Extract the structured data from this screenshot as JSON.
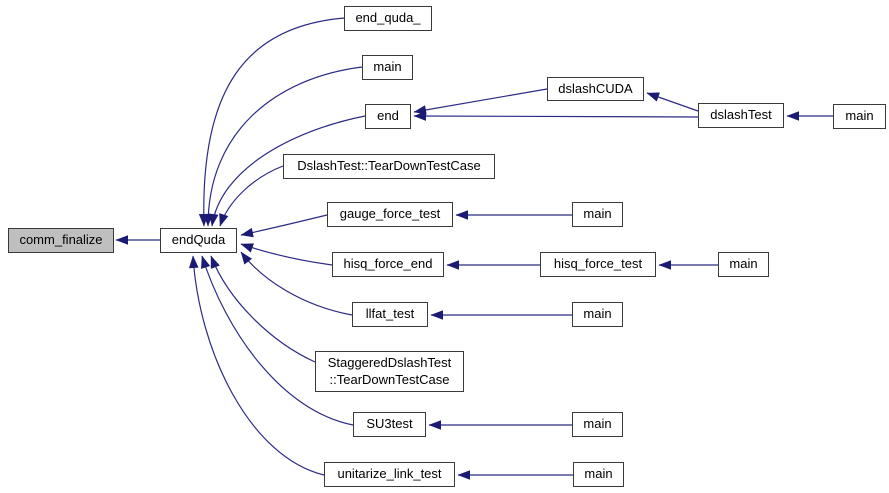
{
  "diagram": {
    "type": "caller-graph",
    "colors": {
      "edge": "#191970",
      "node_border": "#3a3a3a",
      "node_fill": "#ffffff",
      "highlight_fill": "#bfbfbf",
      "text": "#000000",
      "background": "#ffffff"
    },
    "nodes": [
      {
        "id": "comm_finalize",
        "label": "comm_finalize",
        "highlighted": true
      },
      {
        "id": "endQuda",
        "label": "endQuda",
        "highlighted": false
      },
      {
        "id": "end_quda_",
        "label": "end_quda_",
        "highlighted": false
      },
      {
        "id": "main-top",
        "label": "main",
        "highlighted": false
      },
      {
        "id": "end",
        "label": "end",
        "highlighted": false
      },
      {
        "id": "dslashCUDA",
        "label": "dslashCUDA",
        "highlighted": false
      },
      {
        "id": "dslashTest",
        "label": "dslashTest",
        "highlighted": false
      },
      {
        "id": "main-dslash",
        "label": "main",
        "highlighted": false
      },
      {
        "id": "dslash-teardown",
        "label": "DslashTest::TearDownTestCase",
        "highlighted": false
      },
      {
        "id": "gauge_force_test",
        "label": "gauge_force_test",
        "highlighted": false
      },
      {
        "id": "main-gauge",
        "label": "main",
        "highlighted": false
      },
      {
        "id": "hisq_force_end",
        "label": "hisq_force_end",
        "highlighted": false
      },
      {
        "id": "hisq_force_test",
        "label": "hisq_force_test",
        "highlighted": false
      },
      {
        "id": "main-hisq",
        "label": "main",
        "highlighted": false
      },
      {
        "id": "llfat_test",
        "label": "llfat_test",
        "highlighted": false
      },
      {
        "id": "main-llfat",
        "label": "main",
        "highlighted": false
      },
      {
        "id": "staggered-teardown",
        "lines": [
          "StaggeredDslashTest",
          "::TearDownTestCase"
        ],
        "highlighted": false
      },
      {
        "id": "SU3test",
        "label": "SU3test",
        "highlighted": false
      },
      {
        "id": "main-su3",
        "label": "main",
        "highlighted": false
      },
      {
        "id": "unitarize_link_test",
        "label": "unitarize_link_test",
        "highlighted": false
      },
      {
        "id": "main-unitarize",
        "label": "main",
        "highlighted": false
      }
    ],
    "edges": [
      {
        "from": "endQuda",
        "to": "comm_finalize"
      },
      {
        "from": "end_quda_",
        "to": "endQuda"
      },
      {
        "from": "main",
        "to": "endQuda"
      },
      {
        "from": "end",
        "to": "endQuda"
      },
      {
        "from": "DslashTest::TearDownTestCase",
        "to": "endQuda"
      },
      {
        "from": "gauge_force_test",
        "to": "endQuda"
      },
      {
        "from": "hisq_force_end",
        "to": "endQuda"
      },
      {
        "from": "llfat_test",
        "to": "endQuda"
      },
      {
        "from": "StaggeredDslashTest::TearDownTestCase",
        "to": "endQuda"
      },
      {
        "from": "SU3test",
        "to": "endQuda"
      },
      {
        "from": "unitarize_link_test",
        "to": "endQuda"
      },
      {
        "from": "dslashCUDA",
        "to": "end"
      },
      {
        "from": "dslashTest",
        "to": "dslashCUDA"
      },
      {
        "from": "dslashTest",
        "to": "end"
      },
      {
        "from": "main",
        "to": "dslashTest"
      },
      {
        "from": "main",
        "to": "gauge_force_test"
      },
      {
        "from": "hisq_force_test",
        "to": "hisq_force_end"
      },
      {
        "from": "main",
        "to": "hisq_force_test"
      },
      {
        "from": "main",
        "to": "llfat_test"
      },
      {
        "from": "main",
        "to": "SU3test"
      },
      {
        "from": "main",
        "to": "unitarize_link_test"
      }
    ]
  }
}
